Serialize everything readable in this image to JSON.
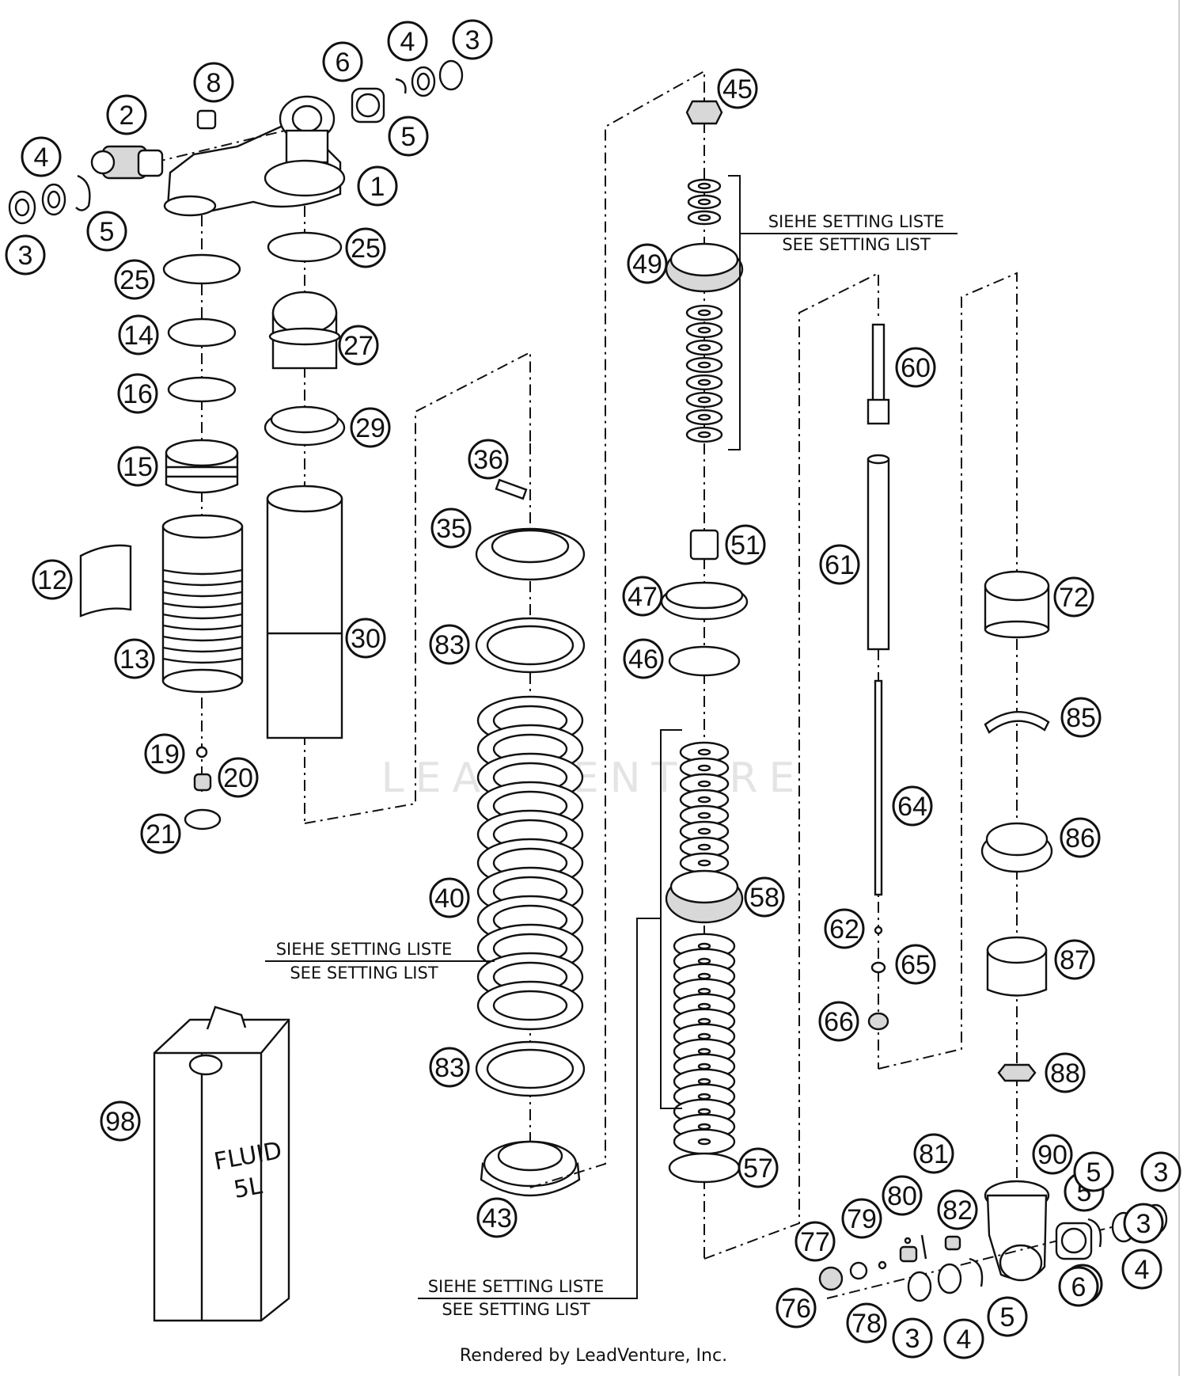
{
  "diagram": {
    "watermark_text": "LEADVENTURE",
    "footer_text": "Rendered by LeadVenture, Inc.",
    "notes": [
      {
        "id": "top-right",
        "line1": "SIEHE SETTING LISTE",
        "line2": "SEE SETTING LIST"
      },
      {
        "id": "middle-left",
        "line1": "SIEHE SETTING LISTE",
        "line2": "SEE SETTING LIST"
      },
      {
        "id": "bottom-center",
        "line1": "SIEHE SETTING LISTE",
        "line2": "SEE SETTING LIST"
      }
    ],
    "can_label": {
      "line1": "FLUID",
      "line2": "5L"
    },
    "callouts": [
      "1",
      "2",
      "3",
      "3",
      "3",
      "3",
      "3",
      "4",
      "4",
      "4",
      "4",
      "5",
      "5",
      "5",
      "5",
      "5",
      "6",
      "6",
      "6",
      "8",
      "12",
      "13",
      "14",
      "15",
      "16",
      "19",
      "20",
      "21",
      "25",
      "25",
      "27",
      "29",
      "30",
      "35",
      "36",
      "40",
      "43",
      "45",
      "46",
      "47",
      "49",
      "51",
      "57",
      "58",
      "60",
      "61",
      "62",
      "64",
      "65",
      "66",
      "72",
      "76",
      "77",
      "78",
      "79",
      "80",
      "81",
      "82",
      "83",
      "83",
      "85",
      "86",
      "87",
      "88",
      "90",
      "98"
    ]
  }
}
